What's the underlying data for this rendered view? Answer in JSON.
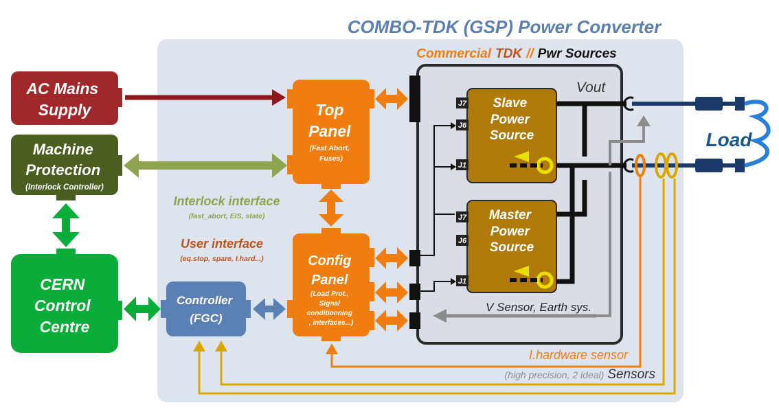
{
  "title": "COMBO-TDK (GSP) Power Converter",
  "commercial": {
    "part1": "Commercial",
    "part2": "TDK",
    "part3": "//",
    "part4": "Pwr Sources"
  },
  "blocks": {
    "ac_mains": {
      "line1": "AC Mains",
      "line2": "Supply"
    },
    "machine_protection": {
      "line1": "Machine",
      "line2": "Protection",
      "sub": "(Interlock Controller)"
    },
    "cern": {
      "line1": "CERN",
      "line2": "Control",
      "line3": "Centre"
    },
    "controller": {
      "line1": "Controller",
      "line2": "(FGC)"
    },
    "top_panel": {
      "line1": "Top",
      "line2": "Panel",
      "sub1": "(Fast Abort,",
      "sub2": "Fuses)"
    },
    "config_panel": {
      "line1": "Config",
      "line2": "Panel",
      "sub1": "(Load Prot.,",
      "sub2": "Signal",
      "sub3": "conditionning",
      "sub4": ", interfaces...)"
    },
    "slave": {
      "line1": "Slave",
      "line2": "Power",
      "line3": "Source"
    },
    "master": {
      "line1": "Master",
      "line2": "Power",
      "line3": "Source"
    },
    "load": "Load"
  },
  "labels": {
    "interlock_interface": "Interlock interface",
    "interlock_sub": "(fast_abort, EIS, state)",
    "user_interface": "User interface",
    "user_sub": "(eq.stop, spare, I.hard...)",
    "vout": "Vout",
    "v_sensor": "V Sensor, Earth sys.",
    "i_hw_sensor": "I.hardware sensor",
    "sensors_note": "(high precision, 2 ideal)",
    "sensors": "Sensors"
  },
  "connectors": {
    "j7": "J7",
    "j6": "J6",
    "j1": "J1"
  },
  "colors": {
    "ac_mains": "#a0282a",
    "machine_protection": "#4a5e1f",
    "cern": "#0aad3a",
    "controller": "#5b81b4",
    "orange": "#ef7d0f",
    "power_source": "#b07a08",
    "converter_bg": "#dee4ee",
    "load": "#1a3a6a",
    "interlock": "#8fa44e",
    "user_iface": "#c0501a",
    "sensor_gold": "#d9a700",
    "title": "#5b7fb0"
  }
}
